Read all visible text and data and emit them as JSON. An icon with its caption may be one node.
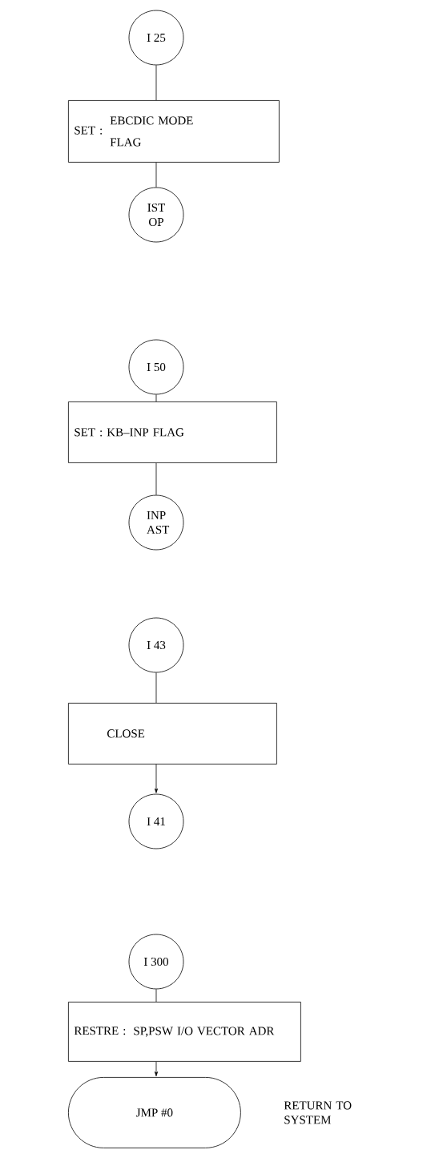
{
  "diagram": {
    "nodes": [
      {
        "text": [
          "I 25"
        ]
      },
      {
        "text": [
          "SET :",
          "EBCDIC MODE FLAG"
        ]
      },
      {
        "text": [
          "IST OP"
        ]
      },
      {
        "text": [
          "I 50"
        ]
      },
      {
        "text": [
          "SET : KB–INP FLAG"
        ]
      },
      {
        "text": [
          "INP AST"
        ]
      },
      {
        "text": [
          "I 43"
        ]
      },
      {
        "text": [
          "CLOSE"
        ]
      },
      {
        "text": [
          "I 41"
        ]
      },
      {
        "text": [
          "I 300"
        ]
      },
      {
        "text": [
          "RESTRE :",
          "SP,PSW I/O VECTOR ADR"
        ]
      },
      {
        "text": [
          "JMP #0"
        ],
        "beside": [
          "RETURN TO SYSTEM"
        ]
      }
    ],
    "edges": [
      {
        "from": 0,
        "to": 1,
        "arrow": "none"
      },
      {
        "from": 1,
        "to": 2,
        "arrow": "none"
      },
      {
        "from": 3,
        "to": 4,
        "arrow": "none"
      },
      {
        "from": 4,
        "to": 5,
        "arrow": "none"
      },
      {
        "from": 6,
        "to": 7,
        "arrow": "none"
      },
      {
        "from": 7,
        "to": 8,
        "arrow": "to"
      },
      {
        "from": 9,
        "to": 10,
        "arrow": "none"
      },
      {
        "from": 10,
        "to": 11,
        "arrow": "to"
      }
    ]
  }
}
